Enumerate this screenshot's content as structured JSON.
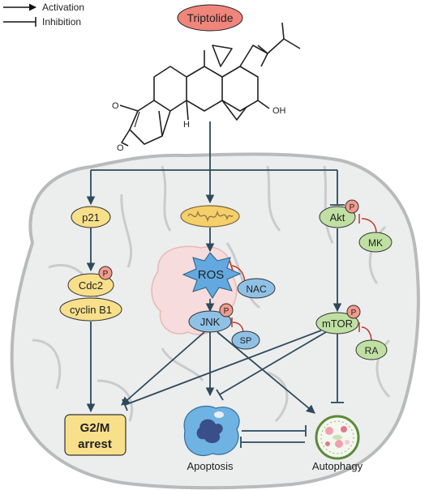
{
  "legend": {
    "activation": "Activation",
    "inhibition": "Inhibition"
  },
  "drug": "Triptolide",
  "nodes": {
    "p21": "p21",
    "cdc2": "Cdc2",
    "cyclin": "cyclin B1",
    "g2m_line1": "G2/M",
    "g2m_line2": "arrest",
    "ros": "ROS",
    "nac": "NAC",
    "jnk": "JNK",
    "sp": "SP",
    "akt": "Akt",
    "mk": "MK",
    "mtor": "mTOR",
    "ra": "RA",
    "apoptosis": "Apoptosis",
    "autophagy": "Autophagy"
  },
  "phospho_label": "P",
  "structure_labels": {
    "oh": "OH",
    "h": "H",
    "o_ring": "O",
    "o_carbonyl": "O"
  },
  "colors": {
    "yellow_node": "#f8df8a",
    "green_node": "#bfe0a2",
    "blue_node": "#8fc1e6",
    "ros_star": "#62a9df",
    "triptolide": "#f0857c",
    "phospho": "#f29b8d",
    "arrow": "#2d4a5c",
    "inhibit_red": "#c0392b",
    "brain_fill": "#eceded",
    "brain_stroke": "#b8babc"
  }
}
